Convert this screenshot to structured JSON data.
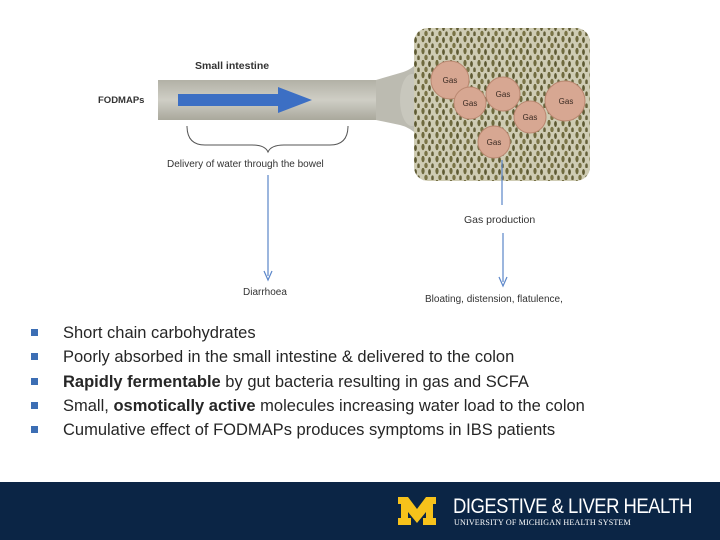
{
  "diagram": {
    "fodmaps_label": "FODMAPs",
    "small_intestine_label": "Small intestine",
    "water_delivery_label": "Delivery of water through the bowel",
    "diarrhoea_label": "Diarrhoea",
    "gas_production_label": "Gas production",
    "symptoms_label": "Bloating, distension, flatulence,",
    "gas_bubbles": [
      "Gas",
      "Gas",
      "Gas",
      "Gas",
      "Gas",
      "Gas"
    ]
  },
  "bullets": [
    {
      "bold": "",
      "text": "Short chain carbohydrates"
    },
    {
      "bold": "",
      "text": "Poorly absorbed in the small intestine & delivered to the colon"
    },
    {
      "bold": "Rapidly fermentable",
      "text": " by gut bacteria resulting in gas and SCFA"
    },
    {
      "pre": "Small, ",
      "bold": "osmotically active",
      "text": " molecules increasing water load to the colon"
    },
    {
      "bold": "",
      "text": "Cumulative effect of FODMAPs produces symptoms in IBS patients"
    }
  ],
  "footer": {
    "title": "DIGESTIVE & LIVER HEALTH",
    "subtitle": "UNIVERSITY OF MICHIGAN HEALTH SYSTEM",
    "logo_name": "block-m-logo",
    "background_color": "#0b2545",
    "logo_color": "#f7c21b"
  },
  "colors": {
    "arrow_blue": "#3c6fc4",
    "bullet_blue": "#3c6eb4",
    "intestine_gray": "#b9b8af",
    "colon_olive": "#6f6a3e",
    "gas_bubble": "#d7a792"
  }
}
